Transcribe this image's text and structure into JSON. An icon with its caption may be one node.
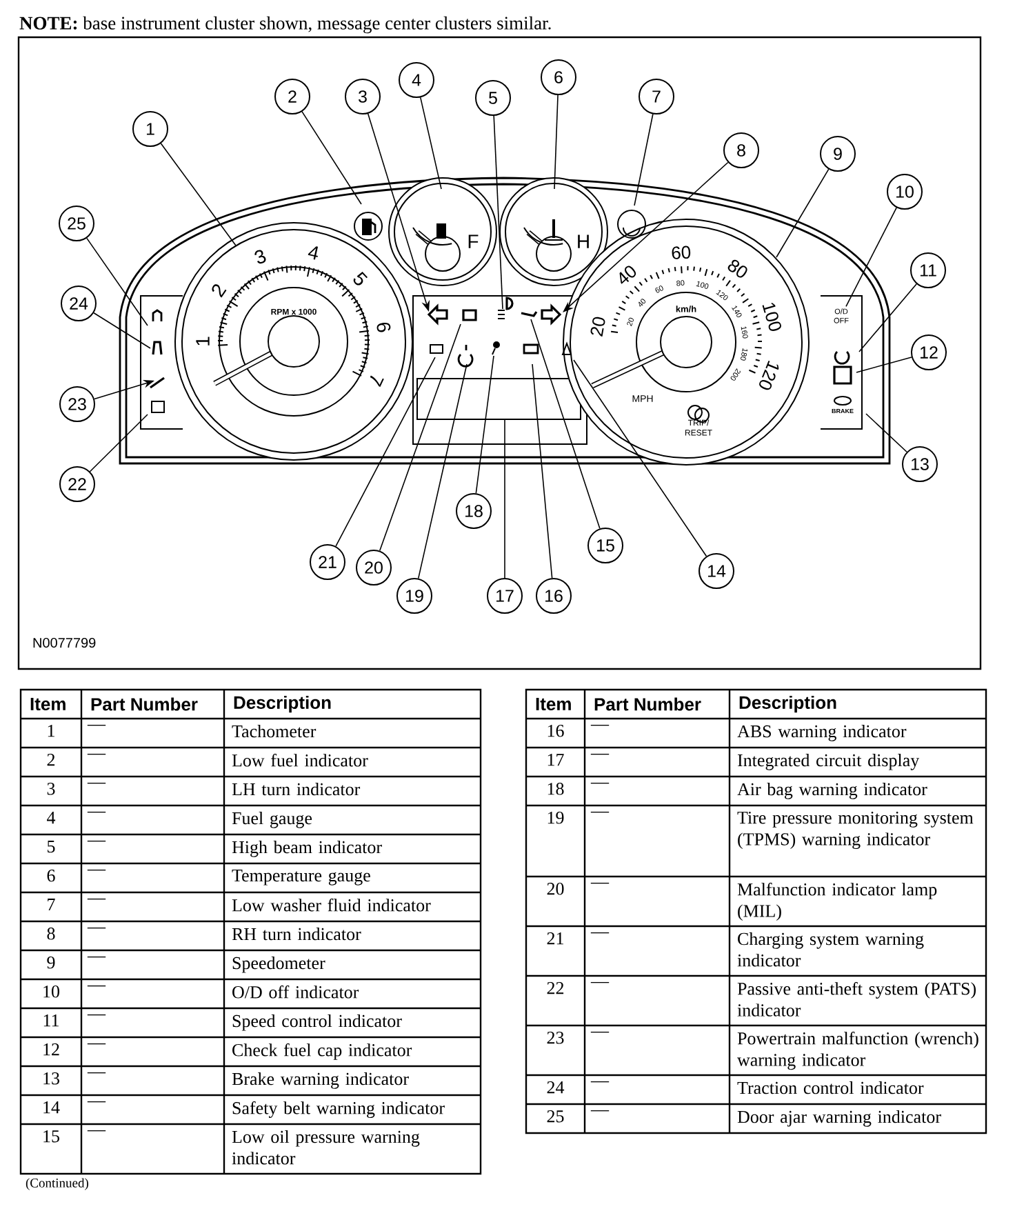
{
  "diagram": {
    "title": "**NOTE:** base instrument cluster shown, message center clusters similar.",
    "nodes": [
      {
        "text": [
          "1"
        ]
      },
      {
        "text": [
          "2"
        ]
      },
      {
        "text": [
          "3"
        ]
      },
      {
        "text": [
          "4"
        ]
      },
      {
        "text": [
          "5"
        ]
      },
      {
        "text": [
          "6"
        ]
      },
      {
        "text": [
          "7"
        ]
      },
      {
        "text": [
          "8"
        ]
      },
      {
        "text": [
          "9"
        ]
      },
      {
        "text": [
          "10"
        ]
      },
      {
        "text": [
          "11"
        ]
      },
      {
        "text": [
          "12"
        ]
      },
      {
        "text": [
          "13"
        ]
      },
      {
        "text": [
          "14"
        ]
      },
      {
        "text": [
          "15"
        ]
      },
      {
        "text": [
          "16"
        ]
      },
      {
        "text": [
          "17"
        ]
      },
      {
        "text": [
          "18"
        ]
      },
      {
        "text": [
          "19"
        ]
      },
      {
        "text": [
          "20"
        ]
      },
      {
        "text": [
          "21"
        ]
      },
      {
        "text": [
          "22"
        ]
      },
      {
        "text": [
          "23"
        ]
      },
      {
        "text": [
          "24"
        ]
      },
      {
        "text": [
          "25"
        ]
      },
      {
        "text": [
          "O/D OFF"
        ]
      }
    ],
    "edges": [
      {
        "from": 0,
        "to": null,
        "arrow": "none"
      },
      {
        "from": 1,
        "to": null,
        "arrow": "none"
      },
      {
        "from": 2,
        "to": null,
        "arrow": "to"
      },
      {
        "from": 3,
        "to": null,
        "arrow": "none"
      },
      {
        "from": 4,
        "to": null,
        "arrow": "none"
      },
      {
        "from": 5,
        "to": null,
        "arrow": "none"
      },
      {
        "from": 6,
        "to": null,
        "arrow": "none"
      },
      {
        "from": 7,
        "to": null,
        "arrow": "to"
      },
      {
        "from": 8,
        "to": null,
        "arrow": "none"
      },
      {
        "from": 9,
        "to": 25,
        "arrow": "none"
      },
      {
        "from": 10,
        "to": null,
        "arrow": "none"
      },
      {
        "from": 11,
        "to": null,
        "arrow": "none"
      },
      {
        "from": 12,
        "to": null,
        "arrow": "none"
      },
      {
        "from": 13,
        "to": null,
        "arrow": "none"
      },
      {
        "from": 14,
        "to": null,
        "arrow": "none"
      },
      {
        "from": 15,
        "to": null,
        "arrow": "none"
      },
      {
        "from": 16,
        "to": null,
        "arrow": "none"
      },
      {
        "from": 17,
        "to": null,
        "arrow": "none"
      },
      {
        "from": 18,
        "to": null,
        "arrow": "none"
      },
      {
        "from": 19,
        "to": null,
        "arrow": "none"
      },
      {
        "from": 20,
        "to": null,
        "arrow": "none"
      },
      {
        "from": 21,
        "to": null,
        "arrow": "none"
      },
      {
        "from": 22,
        "to": null,
        "arrow": "to"
      },
      {
        "from": 23,
        "to": null,
        "arrow": "none"
      },
      {
        "from": 24,
        "to": null,
        "arrow": "none"
      }
    ],
    "labels": [
      "F",
      "H",
      "1",
      "2",
      "3",
      "4",
      "5",
      "6",
      "7",
      "RPM x 1000",
      "20",
      "40",
      "60",
      "80",
      "100",
      "120",
      "20",
      "40",
      "60",
      "80",
      "100",
      "120",
      "140",
      "160",
      "180",
      "200",
      "km/h",
      "MPH",
      "BRAKE",
      "TRIP/ RESET",
      "N0077799",
      "Item",
      "Part Number",
      "Description",
      "1",
      "—",
      "Tachometer",
      "2",
      "—",
      "Low fuel indicator",
      "3",
      "—",
      "LH turn indicator",
      "4",
      "—",
      "Fuel gauge",
      "5",
      "—",
      "High beam indicator",
      "6",
      "—",
      "Temperature gauge",
      "7",
      "—",
      "Low washer fluid indicator",
      "8",
      "—",
      "RH turn indicator",
      "9",
      "—",
      "Speedometer",
      "10",
      "—",
      "O/D off indicator",
      "11",
      "—",
      "Speed control indicator",
      "12",
      "—",
      "Check fuel cap indicator",
      "13",
      "—",
      "Brake warning indicator",
      "14",
      "—",
      "Safety belt warning indicator",
      "15",
      "—",
      "Low oil pressure warning indicator",
      "Item",
      "Part Number",
      "Description",
      "16",
      "—",
      "ABS warning indicator",
      "17",
      "—",
      "Integrated circuit display",
      "18",
      "—",
      "Air bag warning indicator",
      "19",
      "—",
      "Tire pressure monitoring system (TPMS) warning indicator",
      "20",
      "—",
      "Malfunction indicator lamp (MIL)",
      "21",
      "—",
      "Charging system warning indicator",
      "22",
      "—",
      "Passive anti-theft system (PATS) indicator",
      "23",
      "—",
      "Powertrain malfunction (wrench) warning indicator",
      "24",
      "—",
      "Traction control indicator",
      "25",
      "—",
      "Door ajar warning indicator",
      "(Continued)"
    ]
  }
}
